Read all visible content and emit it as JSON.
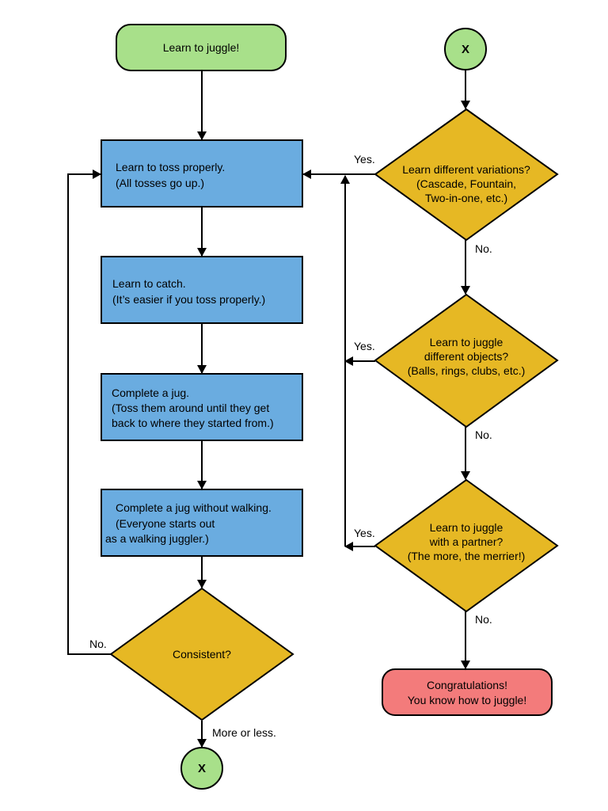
{
  "colors": {
    "terminal": "#a8e08a",
    "process": "#6aace0",
    "decision": "#e6b824",
    "end": "#f37b7b",
    "line": "#000000"
  },
  "nodes": {
    "start": {
      "text": "Learn to juggle!"
    },
    "toss": {
      "lines": [
        "Learn to toss properly.",
        "(All tosses go up.)"
      ]
    },
    "catch": {
      "lines": [
        "Learn to catch.",
        "(It’s easier if you toss properly.)"
      ]
    },
    "jug": {
      "lines": [
        "Complete a jug.",
        "(Toss them around until they get",
        "back to where they started from.)"
      ]
    },
    "jug_no_walk": {
      "lines": [
        "Complete a jug without walking.",
        "(Everyone starts out",
        "as a walking juggler.)"
      ]
    },
    "consistent": {
      "text": "Consistent?"
    },
    "connector_bottom": {
      "text": "X"
    },
    "connector_top": {
      "text": "X"
    },
    "variations": {
      "lines": [
        "Learn different variations?",
        "(Cascade, Fountain,",
        "Two-in-one, etc.)"
      ]
    },
    "objects": {
      "lines": [
        "Learn to juggle",
        "different objects?",
        "(Balls, rings, clubs, etc.)"
      ]
    },
    "partner": {
      "lines": [
        "Learn to juggle",
        "with a partner?",
        "(The more, the merrier!)"
      ]
    },
    "end": {
      "lines": [
        "Congratulations!",
        "You know how to juggle!"
      ]
    }
  },
  "edge_labels": {
    "consistent_no": "No.",
    "consistent_yes": "More or less.",
    "variations_yes": "Yes.",
    "variations_no": "No.",
    "objects_yes": "Yes.",
    "objects_no": "No.",
    "partner_yes": "Yes.",
    "partner_no": "No."
  }
}
